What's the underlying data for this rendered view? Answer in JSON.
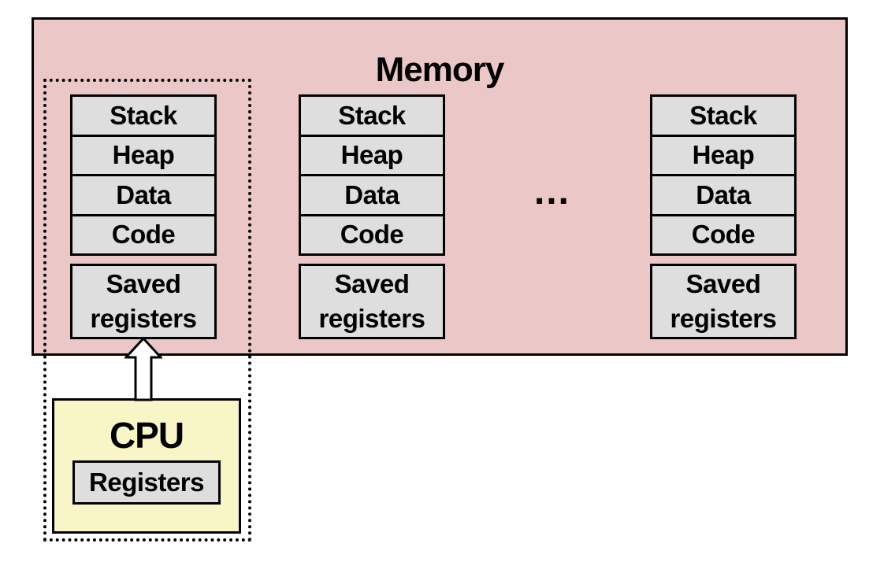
{
  "memory": {
    "title": "Memory",
    "columns": [
      {
        "segments": [
          "Stack",
          "Heap",
          "Data",
          "Code"
        ],
        "saved": [
          "Saved",
          "registers"
        ]
      },
      {
        "segments": [
          "Stack",
          "Heap",
          "Data",
          "Code"
        ],
        "saved": [
          "Saved",
          "registers"
        ]
      },
      {
        "segments": [
          "Stack",
          "Heap",
          "Data",
          "Code"
        ],
        "saved": [
          "Saved",
          "registers"
        ]
      }
    ],
    "ellipsis": "…"
  },
  "cpu": {
    "title": "CPU",
    "registers_label": "Registers"
  },
  "colors": {
    "memory_bg": "#ecc7c7",
    "segment_bg": "#dedede",
    "cpu_bg": "#f8f5c7",
    "outline": "#000000"
  }
}
